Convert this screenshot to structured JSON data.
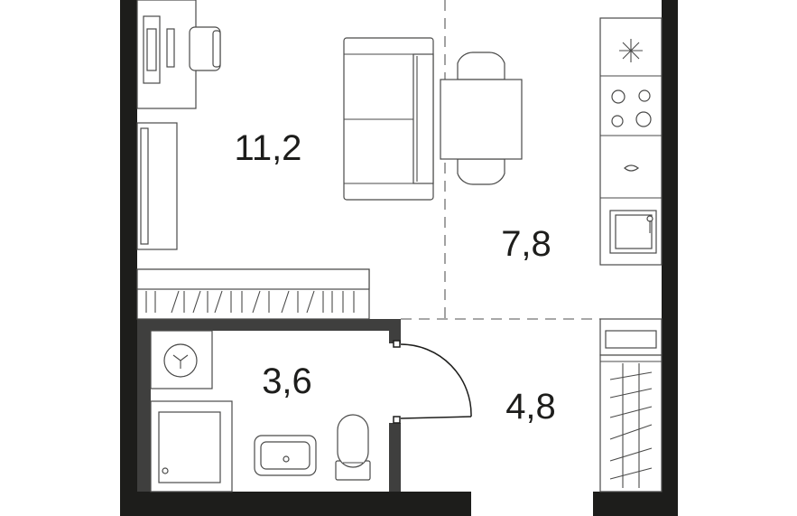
{
  "plan": {
    "rooms": [
      {
        "id": "living",
        "area": "11,2"
      },
      {
        "id": "kitchen",
        "area": "7,8"
      },
      {
        "id": "bathroom",
        "area": "3,6"
      },
      {
        "id": "hallway",
        "area": "4,8"
      }
    ],
    "colors": {
      "wall": "#1d1d1b",
      "inner_wall": "#3f3f3e",
      "furniture_stroke": "#4a4a49",
      "zone_divider": "#8c8c8c"
    },
    "icons": [
      "desk-icon",
      "chair-icon",
      "tv-icon",
      "sofa-icon",
      "dining-table-icon",
      "wardrobe-icon",
      "stove-icon",
      "fridge-icon",
      "sink-icon",
      "washing-machine-icon",
      "shower-icon",
      "washbasin-icon",
      "toilet-icon",
      "door-swing-icon"
    ]
  }
}
